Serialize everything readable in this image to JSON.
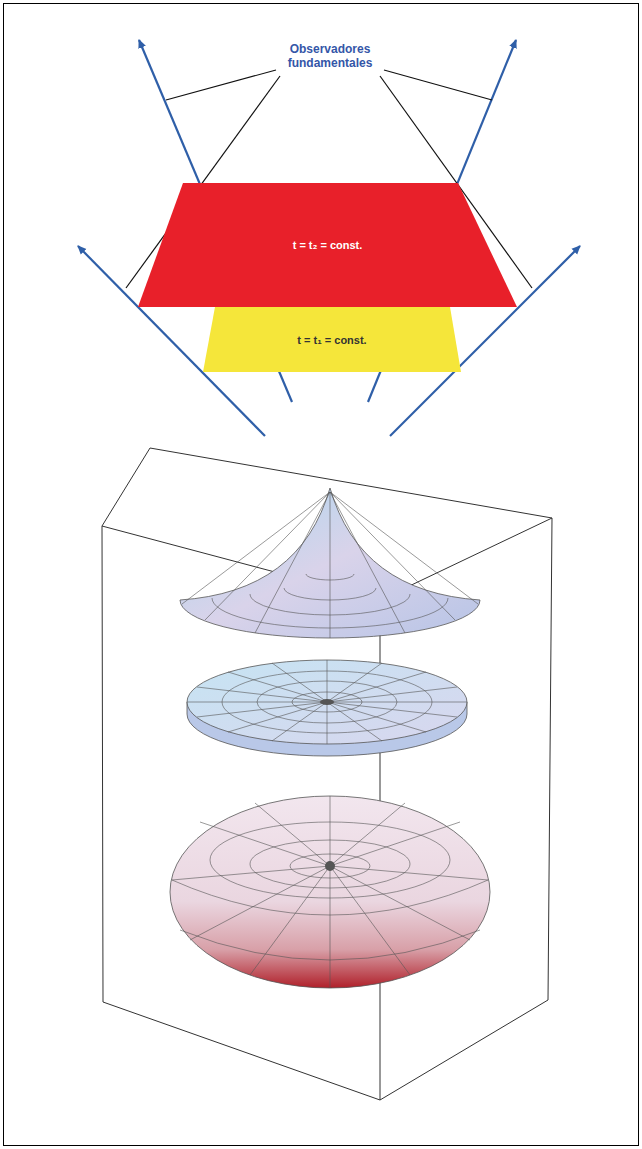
{
  "diagram": {
    "nodes": [
      {
        "text": [
          "t = t₂ = const."
        ]
      },
      {
        "text": [
          "t = t₁ = const."
        ]
      }
    ],
    "labels": [
      "Observadores fundamentales"
    ]
  }
}
